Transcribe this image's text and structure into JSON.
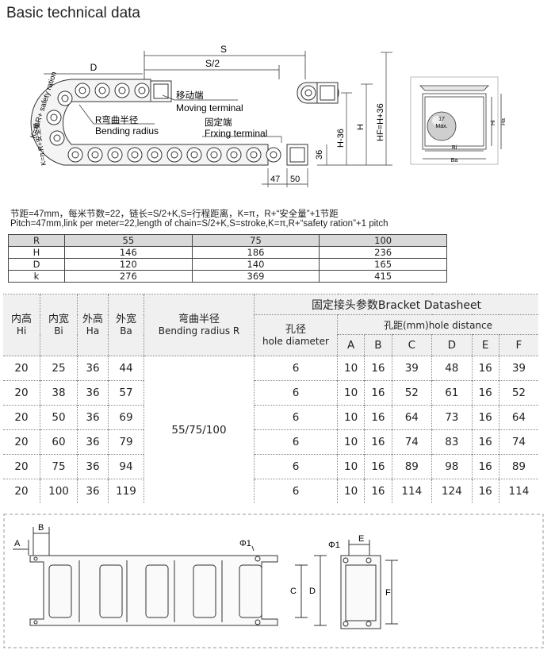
{
  "page_title": "Basic technical data",
  "top_diagram": {
    "dim_S": "S",
    "dim_S2": "S/2",
    "dim_D": "D",
    "safety_label": "K=π.R+ safety ration",
    "safety_label_cn": "K=π.R+安全量",
    "moving_cn": "移动端",
    "moving_en": "Moving terminal",
    "bending_cn": "R弯曲半径",
    "bending_en": "Bending radius",
    "fixing_cn": "固定端",
    "fixing_en": "Frxing terminal",
    "dim_36": "36",
    "dim_47": "47",
    "dim_50": "50",
    "dim_H36": "H-36",
    "dim_H": "H",
    "dim_HF": "HF=H+36",
    "cross_label": "17 Max.",
    "cross_17": "17",
    "cross_max": "Max.",
    "cross_Hi": "Hi",
    "cross_Ha": "Ha",
    "cross_Bi": "Bi",
    "cross_Ba": "Ba"
  },
  "pitch_cn": "节距=47mm，每米节数=22，链长=S/2+K,S=行程距离，K=π，R+“安全量”+1节距",
  "pitch_en": "Pitch=47mm,link per meter=22,length of chain=S/2+K,S=stroke,K=π,R+“safety ration”+1 pitch",
  "radius_table": {
    "rows": [
      {
        "label": "R",
        "v": [
          "55",
          "75",
          "100"
        ]
      },
      {
        "label": "H",
        "v": [
          "146",
          "186",
          "236"
        ]
      },
      {
        "label": "D",
        "v": [
          "120",
          "140",
          "165"
        ]
      },
      {
        "label": "k",
        "v": [
          "276",
          "369",
          "415"
        ]
      }
    ]
  },
  "bracket_table": {
    "hi_cn": "内高",
    "hi_en": "Hi",
    "bi_cn": "内宽",
    "bi_en": "Bi",
    "ha_cn": "外高",
    "ha_en": "Ha",
    "ba_cn": "外宽",
    "ba_en": "Ba",
    "bend_cn": "弯曲半径",
    "bend_en": "Bending radius R",
    "bracket_title": "固定接头参数Bracket Datasheet",
    "hole_cn": "孔径",
    "hole_en": "hole diameter",
    "dist_title": "孔距(mm)hole distance",
    "cols": [
      "A",
      "B",
      "C",
      "D",
      "E",
      "F"
    ],
    "bend_value": "55/75/100",
    "rows": [
      [
        "20",
        "25",
        "36",
        "44",
        "6",
        "10",
        "16",
        "39",
        "48",
        "16",
        "39"
      ],
      [
        "20",
        "38",
        "36",
        "57",
        "6",
        "10",
        "16",
        "52",
        "61",
        "16",
        "52"
      ],
      [
        "20",
        "50",
        "36",
        "69",
        "6",
        "10",
        "16",
        "64",
        "73",
        "16",
        "64"
      ],
      [
        "20",
        "60",
        "36",
        "79",
        "6",
        "10",
        "16",
        "74",
        "83",
        "16",
        "74"
      ],
      [
        "20",
        "75",
        "36",
        "94",
        "6",
        "10",
        "16",
        "89",
        "98",
        "16",
        "89"
      ],
      [
        "20",
        "100",
        "36",
        "119",
        "6",
        "10",
        "16",
        "114",
        "124",
        "16",
        "114"
      ]
    ]
  },
  "bottom_diagram": {
    "A": "A",
    "B": "B",
    "C": "C",
    "D": "D",
    "E": "E",
    "F": "F",
    "phi1": "Φ1",
    "phi2": "Φ1"
  }
}
